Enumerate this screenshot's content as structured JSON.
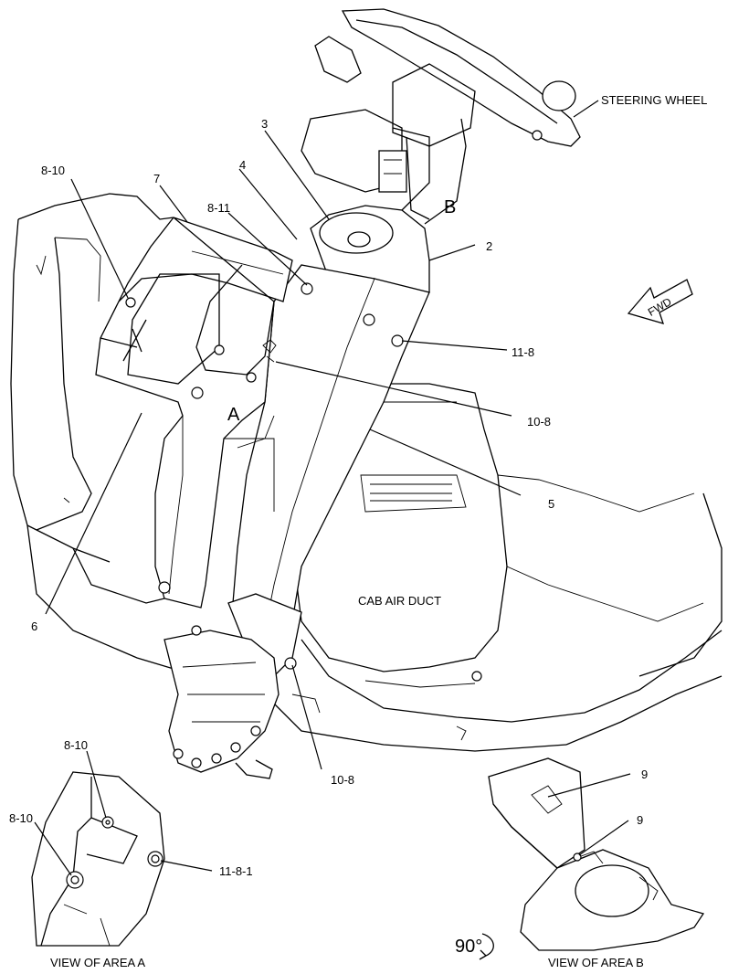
{
  "labels": {
    "steering_wheel": "STEERING WHEEL",
    "cab_air_duct": "CAB AIR DUCT",
    "fwd": "FWD",
    "view_a": "VIEW OF AREA  A",
    "view_b": "VIEW OF AREA  B",
    "rotation": "90°",
    "area_a": "A",
    "area_b": "B"
  },
  "callouts": {
    "c2": "2",
    "c3": "3",
    "c4": "4",
    "c5": "5",
    "c6": "6",
    "c7": "7",
    "c8_10_top": "8-10",
    "c8_11": "8-11",
    "c11_8": "11-8",
    "c10_8_mid": "10-8",
    "c10_8_bottom": "10-8",
    "c8_10_a1": "8-10",
    "c8_10_a2": "8-10",
    "c11_8_1": "11-8-1",
    "c9_top": "9",
    "c9_bottom": "9"
  }
}
